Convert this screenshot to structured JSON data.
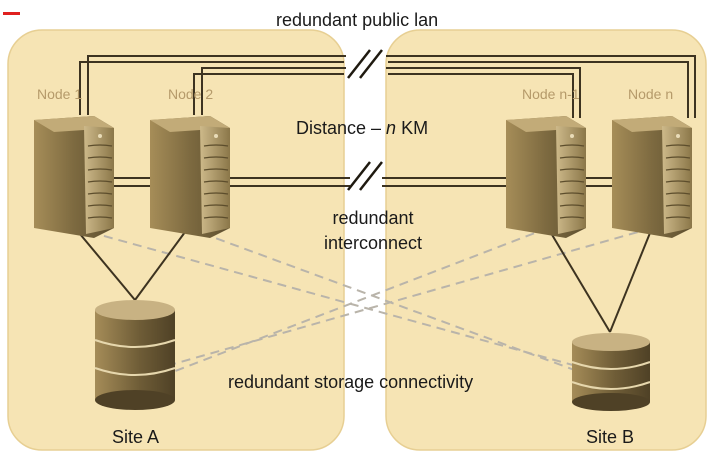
{
  "labels": {
    "public_lan": "redundant public lan",
    "distance_prefix": "Distance – ",
    "distance_n": "n",
    "distance_suffix": " KM",
    "interconnect_line1": "redundant",
    "interconnect_line2": "interconnect",
    "storage": "redundant storage connectivity",
    "site_a": "Site A",
    "site_b": "Site B"
  },
  "nodes": [
    {
      "label": "Node 1"
    },
    {
      "label": "Node 2"
    },
    {
      "label": "Node n-1"
    },
    {
      "label": "Node n"
    }
  ],
  "colors": {
    "site_fill": "#f6e4b4",
    "site_stroke": "#e7cf93",
    "line_dark": "#3d3320",
    "line_dashed": "#b9b4aa",
    "server_body": "#8f7a4c",
    "disk_body": "#8a7446",
    "accent_red": "#e0201f"
  }
}
